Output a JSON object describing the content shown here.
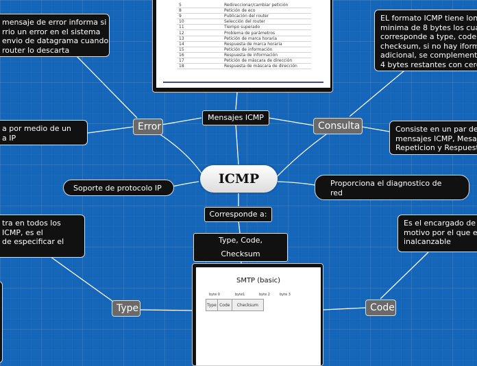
{
  "center": {
    "label": "ICMP"
  },
  "branches": {
    "error": "Error",
    "consulta": "Consulta",
    "type": "Type",
    "code": "Code",
    "mensajes": "Mensajes ICMP",
    "corresponde": "Corresponde a:",
    "tcc": "Type, Code, Checksum"
  },
  "notes": {
    "error_desc": [
      "mensaje de error informa si",
      "rrio un error en el sistema",
      "envio de datagrama cuando",
      "router lo descarta"
    ],
    "ip_desc": [
      "a por medio de un",
      "a IP"
    ],
    "soporte": "Soporte de protocolo IP",
    "diagnostico": [
      "Proporciona el diagnostico de",
      "red"
    ],
    "formato": [
      "EL formato ICMP tiene lon",
      "minima de 8 bytes los cua",
      "corresponde a type, code",
      "checksum, si no hay iform",
      "adicional, se complementa",
      "4 bytes restantes con cero"
    ],
    "consiste": [
      "Consiste en un par de",
      "mensajes ICMP, Mesaj",
      "Repeticion y Respuest"
    ],
    "type_desc": [
      "tra en todos los",
      "ICMP, es el",
      " de especificar el"
    ],
    "code_desc": [
      "Es el encargado de",
      "motivo por el que e",
      "inalcanzable"
    ]
  },
  "icmp_table": {
    "rows": [
      {
        "n": "5",
        "t": "Redireccionar/cambiar petición"
      },
      {
        "n": "8",
        "t": "Petición de eco"
      },
      {
        "n": "9",
        "t": "Publicación del router"
      },
      {
        "n": "10",
        "t": "Selección del router"
      },
      {
        "n": "11",
        "t": "Tiempo superado"
      },
      {
        "n": "12",
        "t": "Problema de parámetros"
      },
      {
        "n": "13",
        "t": "Petición de marca horaria"
      },
      {
        "n": "14",
        "t": "Respuesta de marca horaria"
      },
      {
        "n": "15",
        "t": "Petición de información"
      },
      {
        "n": "16",
        "t": "Respuesta de información"
      },
      {
        "n": "17",
        "t": "Petición de máscara de dirección"
      },
      {
        "n": "18",
        "t": "Respuesta de máscara de dirección"
      }
    ]
  },
  "smtp_image": {
    "title": "SMTP (basic)",
    "bytes": [
      "byte 0",
      "byte1",
      "byte 2",
      "byte 3"
    ],
    "cells": [
      "Type",
      "Code",
      "Checksum"
    ]
  },
  "colors": {
    "background": "#1565b8",
    "node": "#111111",
    "branch": "#6a6a6a",
    "link": "#ffffff"
  }
}
